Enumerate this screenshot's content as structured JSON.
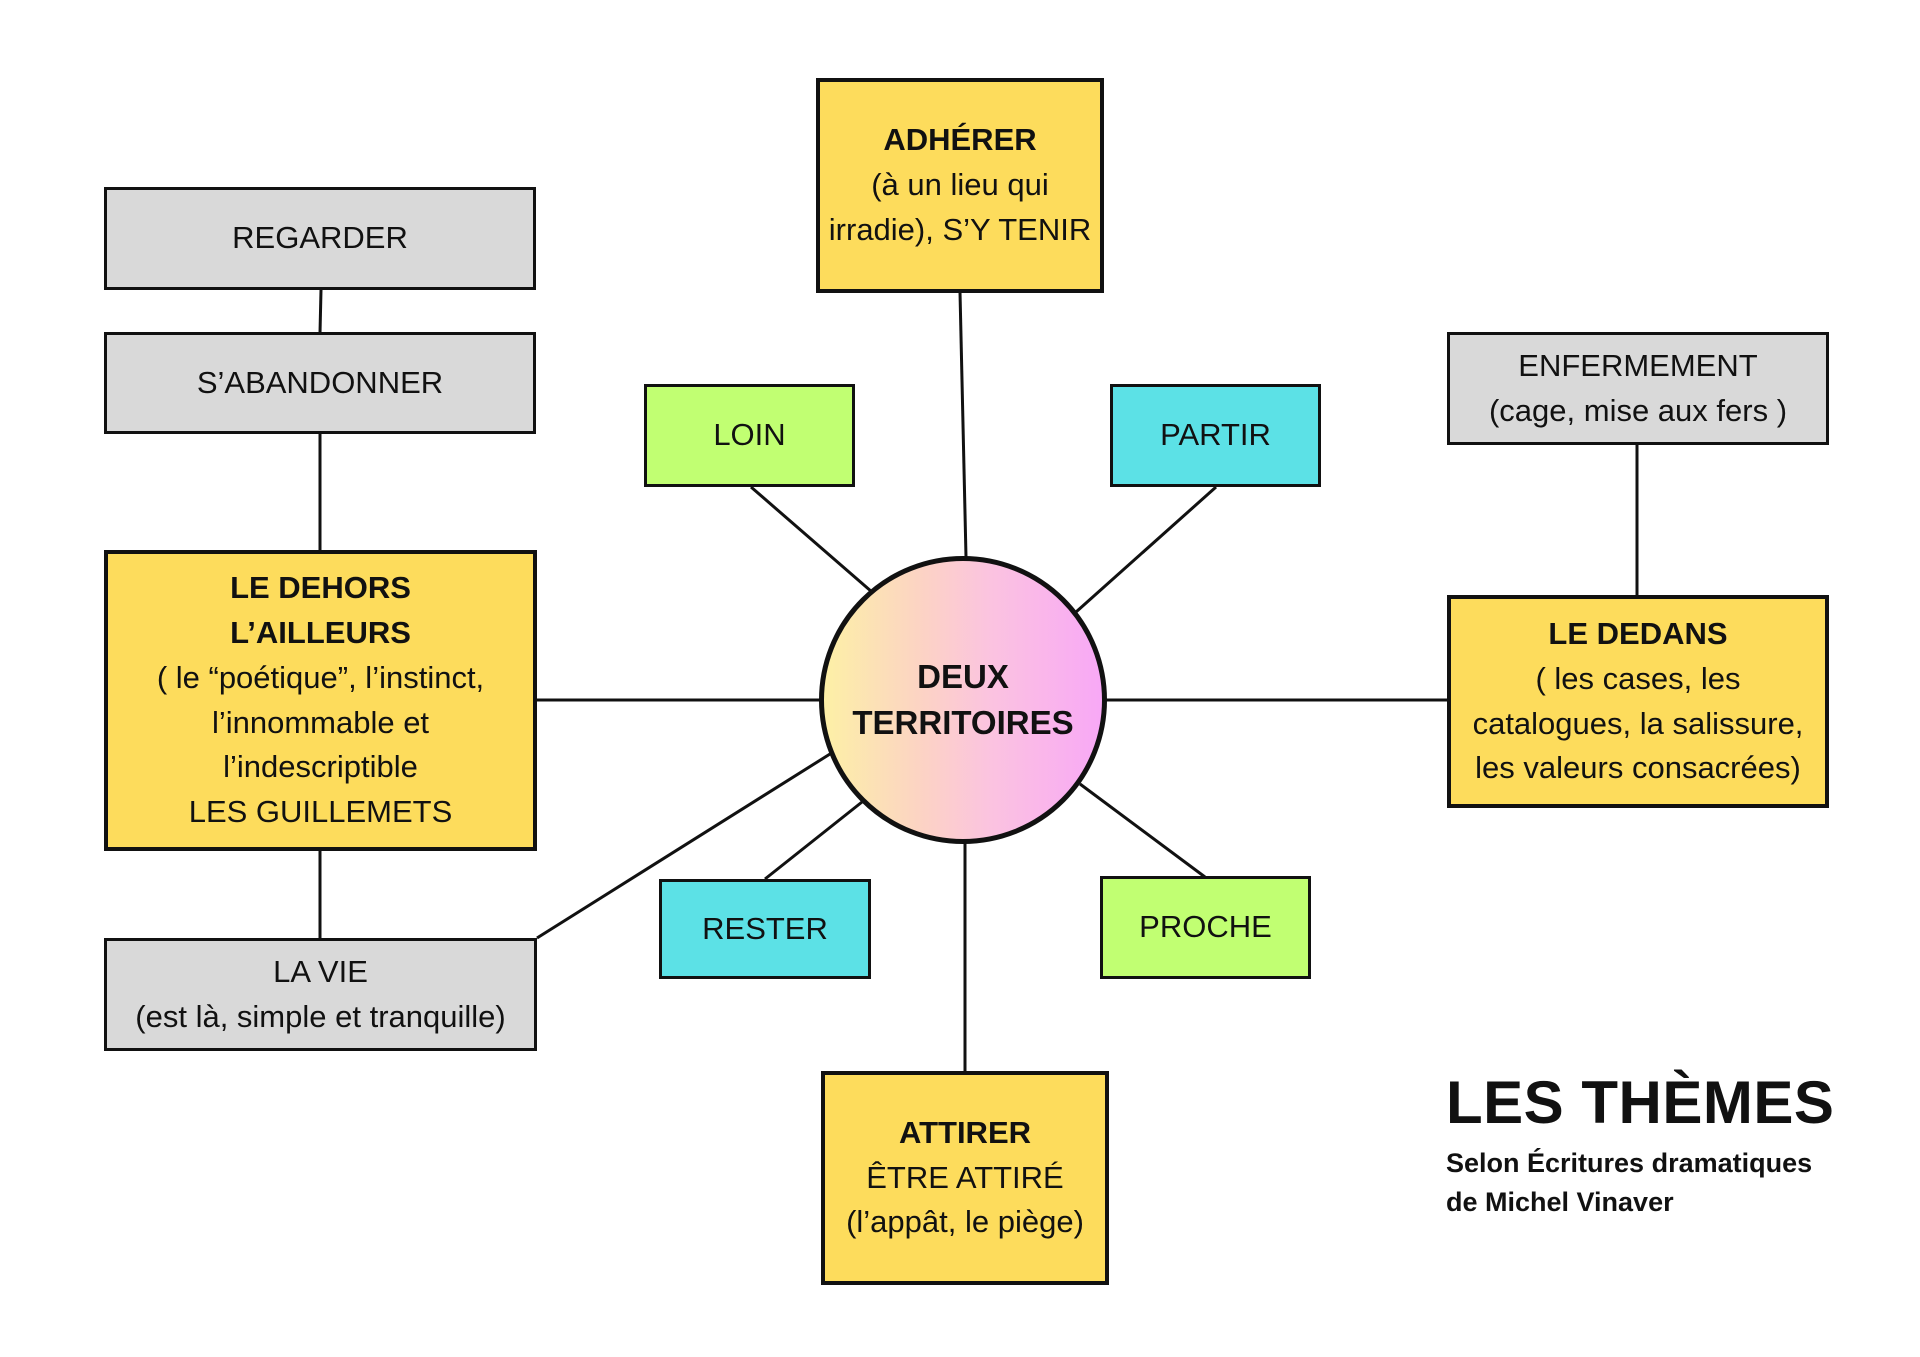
{
  "hub": {
    "lines": [
      "DEUX",
      "TERRITOIRES"
    ]
  },
  "nodes": {
    "regarder": {
      "lines": [
        "REGARDER"
      ]
    },
    "sabandonner": {
      "lines": [
        "S’ABANDONNER"
      ]
    },
    "dehors": {
      "title_lines": [
        "LE DEHORS",
        "L’AILLEURS"
      ],
      "lines": [
        "( le “poétique”, l’instinct,",
        "l’innommable et",
        "l’indescriptible",
        "LES GUILLEMETS"
      ]
    },
    "lavie": {
      "lines": [
        "LA VIE",
        "(est là, simple et tranquille)"
      ]
    },
    "adherer": {
      "title_lines": [
        "ADHÉRER"
      ],
      "lines": [
        "(à un lieu qui",
        "irradie), S’Y TENIR"
      ]
    },
    "loin": {
      "lines": [
        "LOIN"
      ]
    },
    "partir": {
      "lines": [
        "PARTIR"
      ]
    },
    "rester": {
      "lines": [
        "RESTER"
      ]
    },
    "proche": {
      "lines": [
        "PROCHE"
      ]
    },
    "attirer": {
      "title_lines": [
        "ATTIRER"
      ],
      "lines": [
        "ÊTRE ATTIRÉ",
        "(l’appât, le piège)"
      ]
    },
    "enfermement": {
      "lines": [
        "ENFERMEMENT",
        "(cage, mise aux fers )"
      ]
    },
    "dedans": {
      "title_lines": [
        "LE DEDANS"
      ],
      "lines": [
        "( les cases, les",
        "catalogues, la salissure,",
        "les valeurs consacrées)"
      ]
    }
  },
  "legend": {
    "title": "LES THÈMES",
    "subtitle_lines": [
      "Selon Écritures dramatiques",
      "de Michel Vinaver"
    ]
  },
  "colors": {
    "primary_box": "#fddc5c",
    "secondary_box": "#d9d9d9",
    "green_box": "#c1ff72",
    "cyan_box": "#5ce1e6",
    "hub_gradient_start": "#fdf0a6",
    "hub_gradient_end": "#f8a8f6"
  }
}
